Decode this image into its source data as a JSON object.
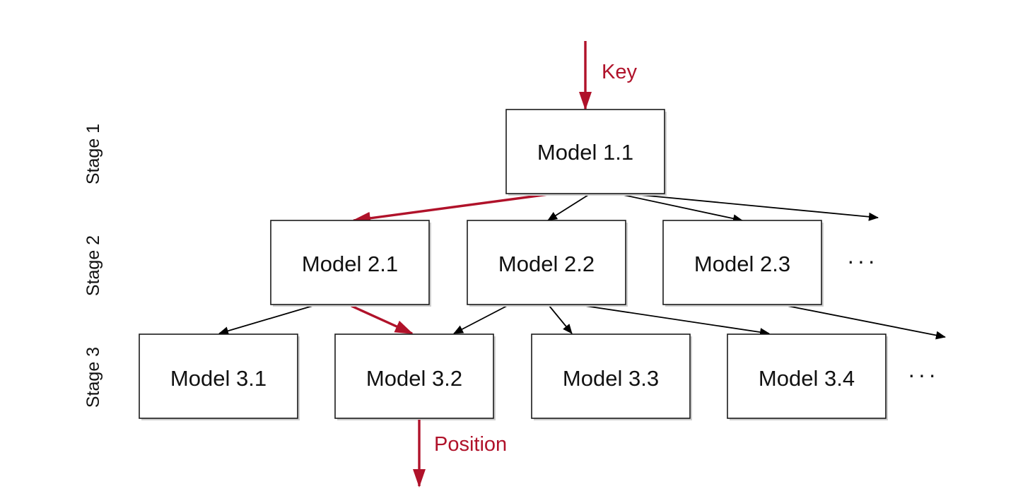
{
  "stages": [
    {
      "label": "Stage 1"
    },
    {
      "label": "Stage 2"
    },
    {
      "label": "Stage 3"
    }
  ],
  "models": {
    "m11": "Model 1.1",
    "m21": "Model 2.1",
    "m22": "Model 2.2",
    "m23": "Model 2.3",
    "m31": "Model 3.1",
    "m32": "Model 3.2",
    "m33": "Model 3.3",
    "m34": "Model 3.4"
  },
  "input_label": "Key",
  "output_label": "Position",
  "ellipsis": "···",
  "colors": {
    "highlight": "#b0122a",
    "edge": "#000000",
    "box_border": "#1a1a1a"
  },
  "edges": [
    {
      "from": "m11",
      "to": "m21",
      "highlighted": true
    },
    {
      "from": "m11",
      "to": "m22",
      "highlighted": false
    },
    {
      "from": "m11",
      "to": "m23",
      "highlighted": false
    },
    {
      "from": "m11",
      "to": "more-stage-2",
      "highlighted": false
    },
    {
      "from": "m21",
      "to": "m31",
      "highlighted": false
    },
    {
      "from": "m21",
      "to": "m32",
      "highlighted": true
    },
    {
      "from": "m22",
      "to": "m32",
      "highlighted": false
    },
    {
      "from": "m22",
      "to": "m33",
      "highlighted": false
    },
    {
      "from": "m22",
      "to": "m34",
      "highlighted": false
    },
    {
      "from": "m23",
      "to": "more-stage-3",
      "highlighted": false
    }
  ]
}
